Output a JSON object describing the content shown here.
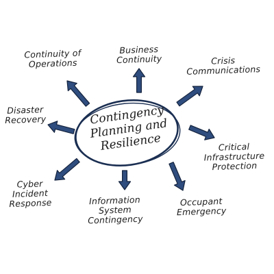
{
  "center": {
    "lines": [
      "Contingency",
      "Planning and",
      "Resilience"
    ]
  },
  "topics": [
    {
      "lines": [
        "Continuity of",
        "Operations"
      ]
    },
    {
      "lines": [
        "Business",
        "Continuity"
      ]
    },
    {
      "lines": [
        "Crisis",
        "Communications"
      ]
    },
    {
      "lines": [
        "Disaster",
        "Recovery"
      ]
    },
    {
      "lines": [
        "Critical",
        "Infrastructure",
        "Protection"
      ]
    },
    {
      "lines": [
        "Cyber",
        "Incident",
        "Response"
      ]
    },
    {
      "lines": [
        "Information",
        "System",
        "Contingency"
      ]
    },
    {
      "lines": [
        "Occupant",
        "Emergency"
      ]
    }
  ],
  "colors": {
    "arrow_fill": "#2f4d7e",
    "arrow_stroke": "#14233d",
    "ellipse_stroke": "#1b2f52",
    "text": "#1a1a1a"
  }
}
